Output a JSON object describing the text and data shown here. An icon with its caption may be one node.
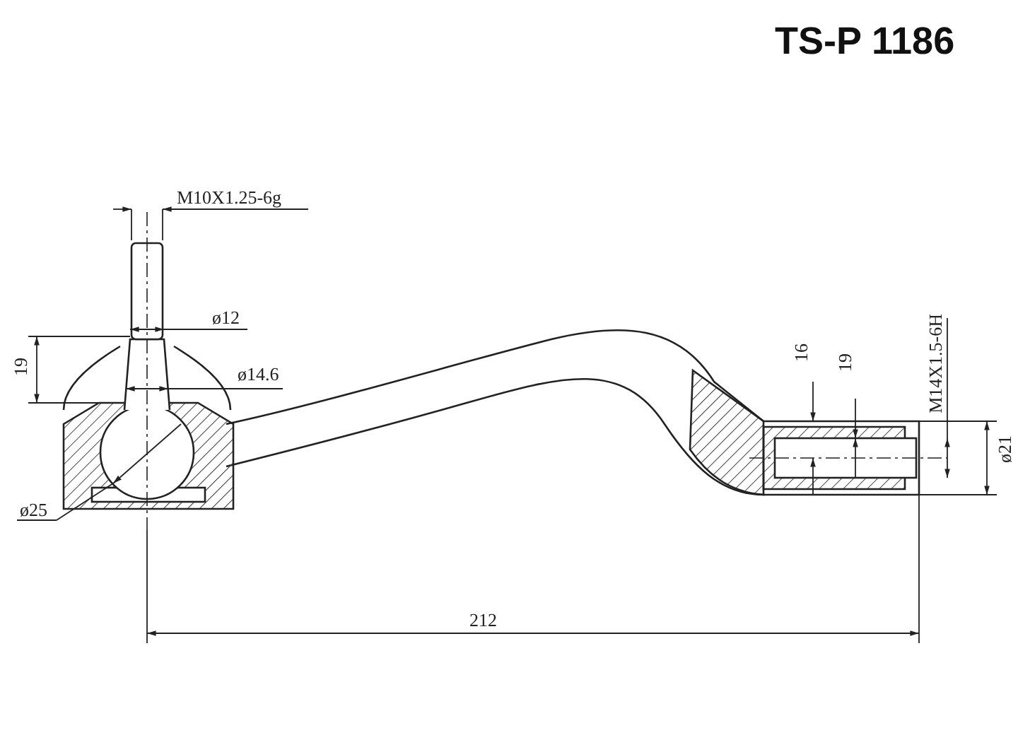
{
  "diagram": {
    "title": "TS-P 1186",
    "labels": [
      "M10X1.25-6g",
      "ø12",
      "19",
      "ø14.6",
      "ø25",
      "16",
      "19",
      "M14X1.5-6H",
      "ø21",
      "212"
    ]
  }
}
